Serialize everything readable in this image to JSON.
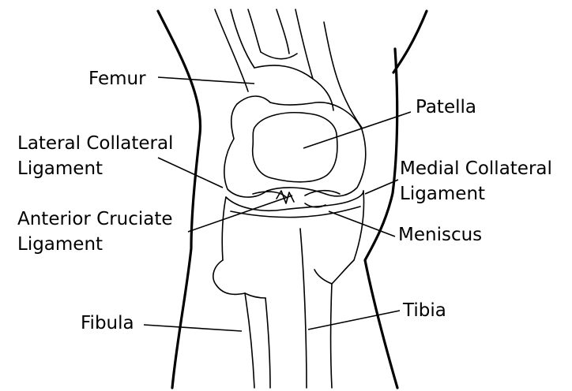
{
  "labels": {
    "femur": "Femur",
    "patella": "Patella",
    "lcl_line1": "Lateral Collateral",
    "lcl_line2": "Ligament",
    "mcl_line1": "Medial Collateral",
    "mcl_line2": "Ligament",
    "acl_line1": "Anterior Cruciate",
    "acl_line2": "Ligament",
    "meniscus": "Meniscus",
    "fibula": "Fibula",
    "tibia": "Tibia"
  }
}
